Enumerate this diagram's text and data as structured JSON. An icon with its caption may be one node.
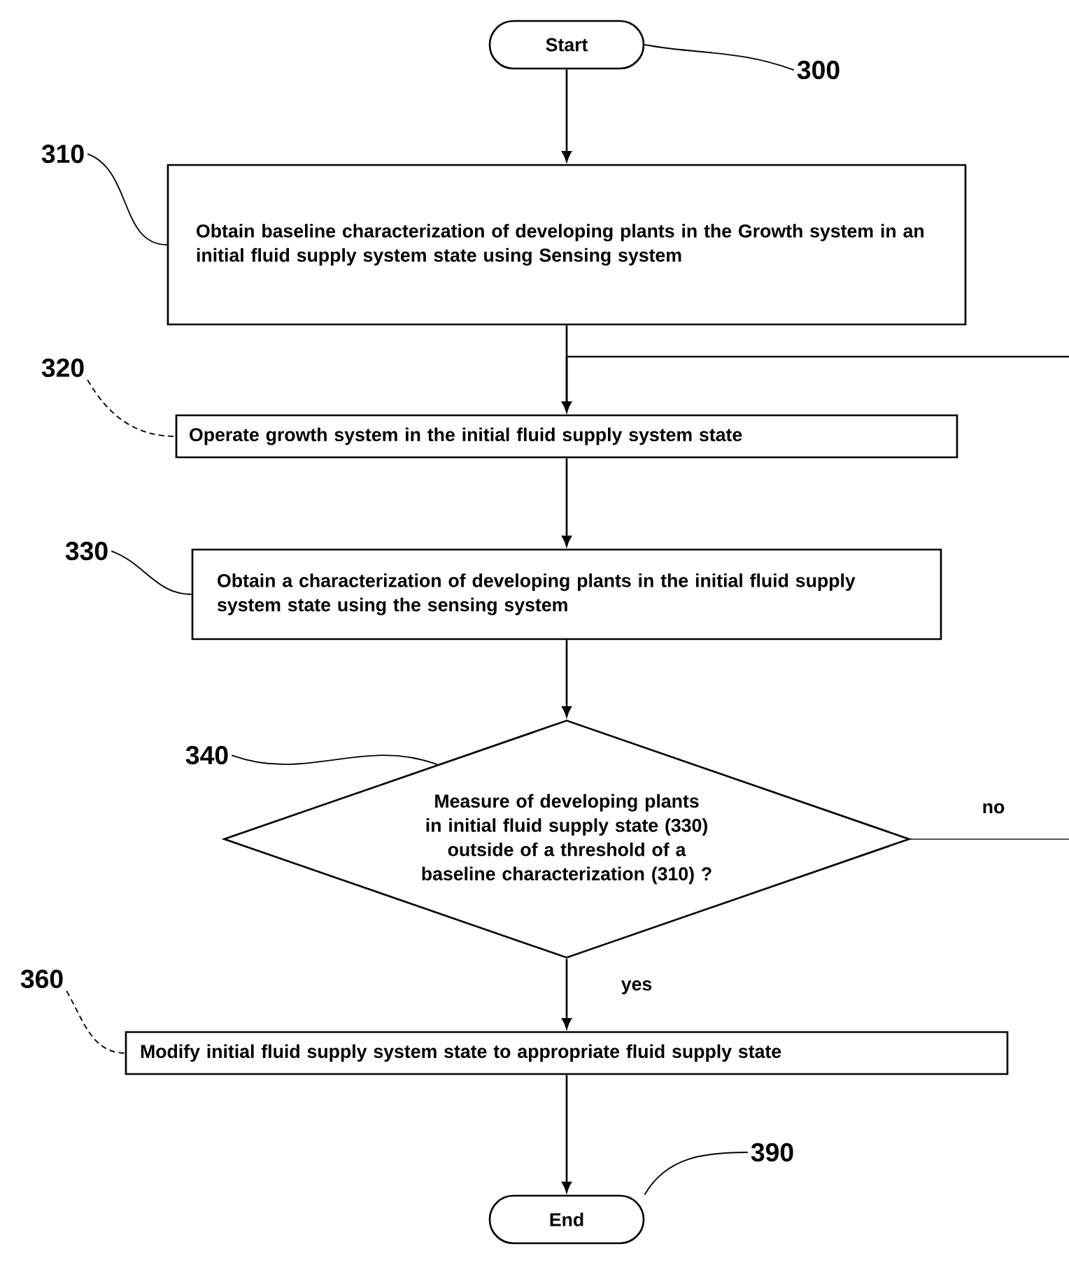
{
  "diagram": {
    "nodes": [
      {
        "text": [
          "Start"
        ]
      },
      {
        "text": [
          "Obtain baseline characterization of developing plants in the Growth system in an initial fluid supply system state using Sensing system"
        ]
      },
      {
        "text": [
          "Operate growth system in the initial fluid supply system state"
        ]
      },
      {
        "text": [
          "Obtain a characterization of developing plants in the initial fluid supply system state using the sensing system"
        ]
      },
      {
        "text": [
          "Measure of developing plants in initial fluid supply state (330) outside of a threshold of a baseline characterization (310) ?"
        ]
      },
      {
        "text": [
          "Modify initial fluid supply system state to appropriate fluid supply state"
        ]
      },
      {
        "text": [
          "End"
        ]
      },
      {
        "text": [
          "300"
        ]
      },
      {
        "text": [
          "310"
        ]
      },
      {
        "text": [
          "320"
        ]
      },
      {
        "text": [
          "330"
        ]
      },
      {
        "text": [
          "340"
        ]
      },
      {
        "text": [
          "360"
        ]
      },
      {
        "text": [
          "390"
        ]
      }
    ],
    "edges": [
      {
        "from": 0,
        "to": 1,
        "arrow": "to"
      },
      {
        "from": 1,
        "to": 2,
        "arrow": "to"
      },
      {
        "from": 2,
        "to": 3,
        "arrow": "to"
      },
      {
        "from": 3,
        "to": 4,
        "arrow": "to"
      },
      {
        "from": 4,
        "to": 5,
        "arrow": "to",
        "label": "yes"
      },
      {
        "from": 5,
        "to": 6,
        "arrow": "to"
      },
      {
        "from": 4,
        "to": null,
        "arrow": "none",
        "label": "no"
      },
      {
        "from": null,
        "to": 2,
        "arrow": "to"
      },
      {
        "from": 7,
        "to": 0,
        "arrow": "none"
      },
      {
        "from": 8,
        "to": 1,
        "arrow": "none"
      },
      {
        "from": 9,
        "to": 2,
        "arrow": "none",
        "style": "dashed"
      },
      {
        "from": 10,
        "to": 3,
        "arrow": "none"
      },
      {
        "from": 11,
        "to": 4,
        "arrow": "none"
      },
      {
        "from": 12,
        "to": 5,
        "arrow": "none",
        "style": "dashed"
      },
      {
        "from": 13,
        "to": 6,
        "arrow": "none"
      }
    ]
  }
}
